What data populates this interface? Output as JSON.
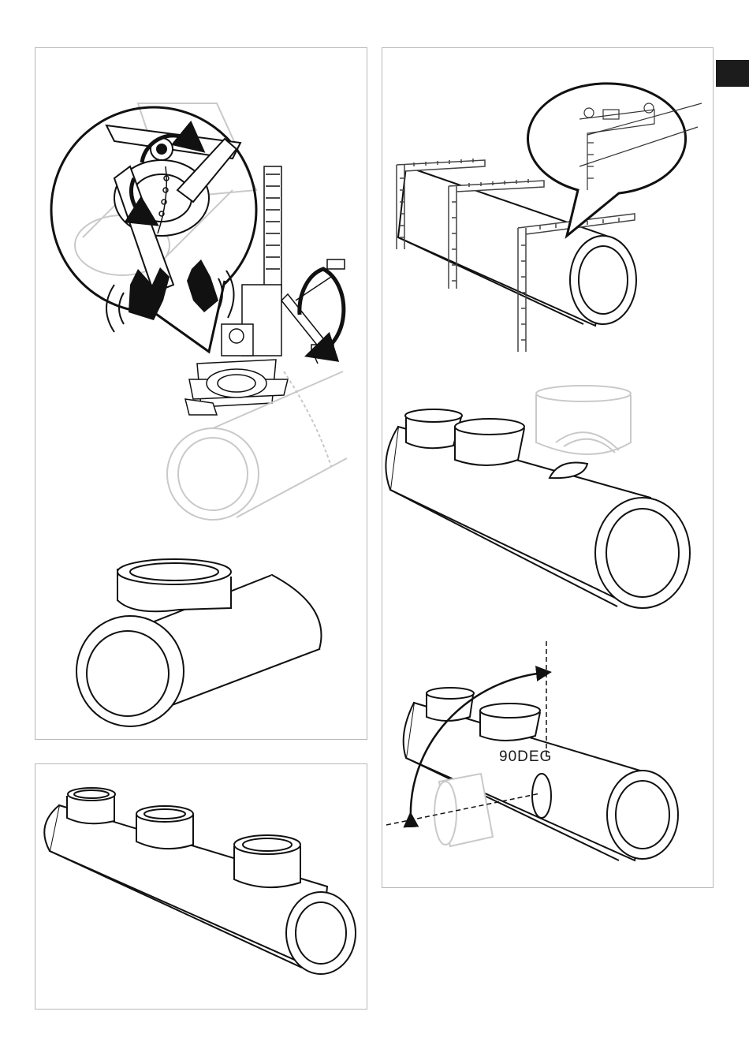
{
  "page": {
    "section_tab_color": "#1c1c1c",
    "panels": [
      {
        "id": "panel-a",
        "content": "drilling-machine-and-tee-saddle"
      },
      {
        "id": "panel-b",
        "content": "pipe-with-three-branches"
      },
      {
        "id": "panel-c",
        "content": "marking-gauges-and-90-degree-branch"
      }
    ]
  },
  "angle_label": "90DEG",
  "icons": [
    "rotation-arrow-icon",
    "hand-icon",
    "crank-arrow-icon",
    "angle-arrow-icon"
  ]
}
